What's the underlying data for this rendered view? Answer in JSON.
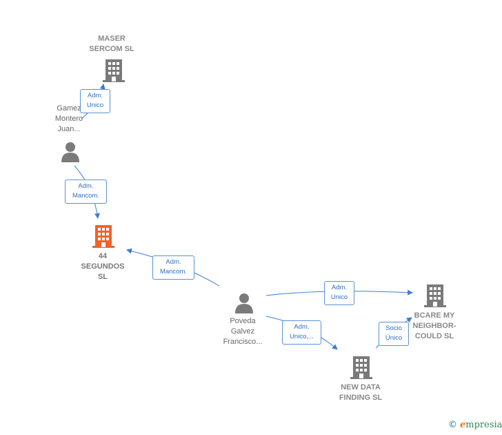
{
  "nodes": {
    "maser": {
      "label": "MASER\nSERCOM  SL",
      "color": "#7a7a7a",
      "icon": "building-icon"
    },
    "gamez": {
      "label": "Gamez\nMontero\nJuan...",
      "color": "#7a7a7a",
      "icon": "person-icon"
    },
    "segundos": {
      "label": "44\nSEGUNDOS\nSL",
      "color": "#f0632a",
      "icon": "building-icon"
    },
    "poveda": {
      "label": "Poveda\nGalvez\nFrancisco...",
      "color": "#7a7a7a",
      "icon": "person-icon"
    },
    "bcare": {
      "label": "BCARE MY\nNEIGHBOR-\nCOULD  SL",
      "color": "#7a7a7a",
      "icon": "building-icon"
    },
    "newdata": {
      "label": "NEW DATA\nFINDING  SL",
      "color": "#7a7a7a",
      "icon": "building-icon"
    }
  },
  "edges": {
    "gamez_maser": "Adm.\nUnico",
    "gamez_segundos": "Adm.\nMancom.",
    "poveda_segundos": "Adm.\nMancom.",
    "poveda_bcare": "Adm.\nUnico",
    "poveda_newdata": "Adm.\nUnico,...",
    "newdata_bcare": "Socio\nÚnico"
  },
  "colors": {
    "edge": "#3b7dd8",
    "edge_label_border": "#5a8fd6"
  },
  "branding": {
    "copyright": "©",
    "logo_e": "e",
    "logo_rest": "mpresia"
  }
}
